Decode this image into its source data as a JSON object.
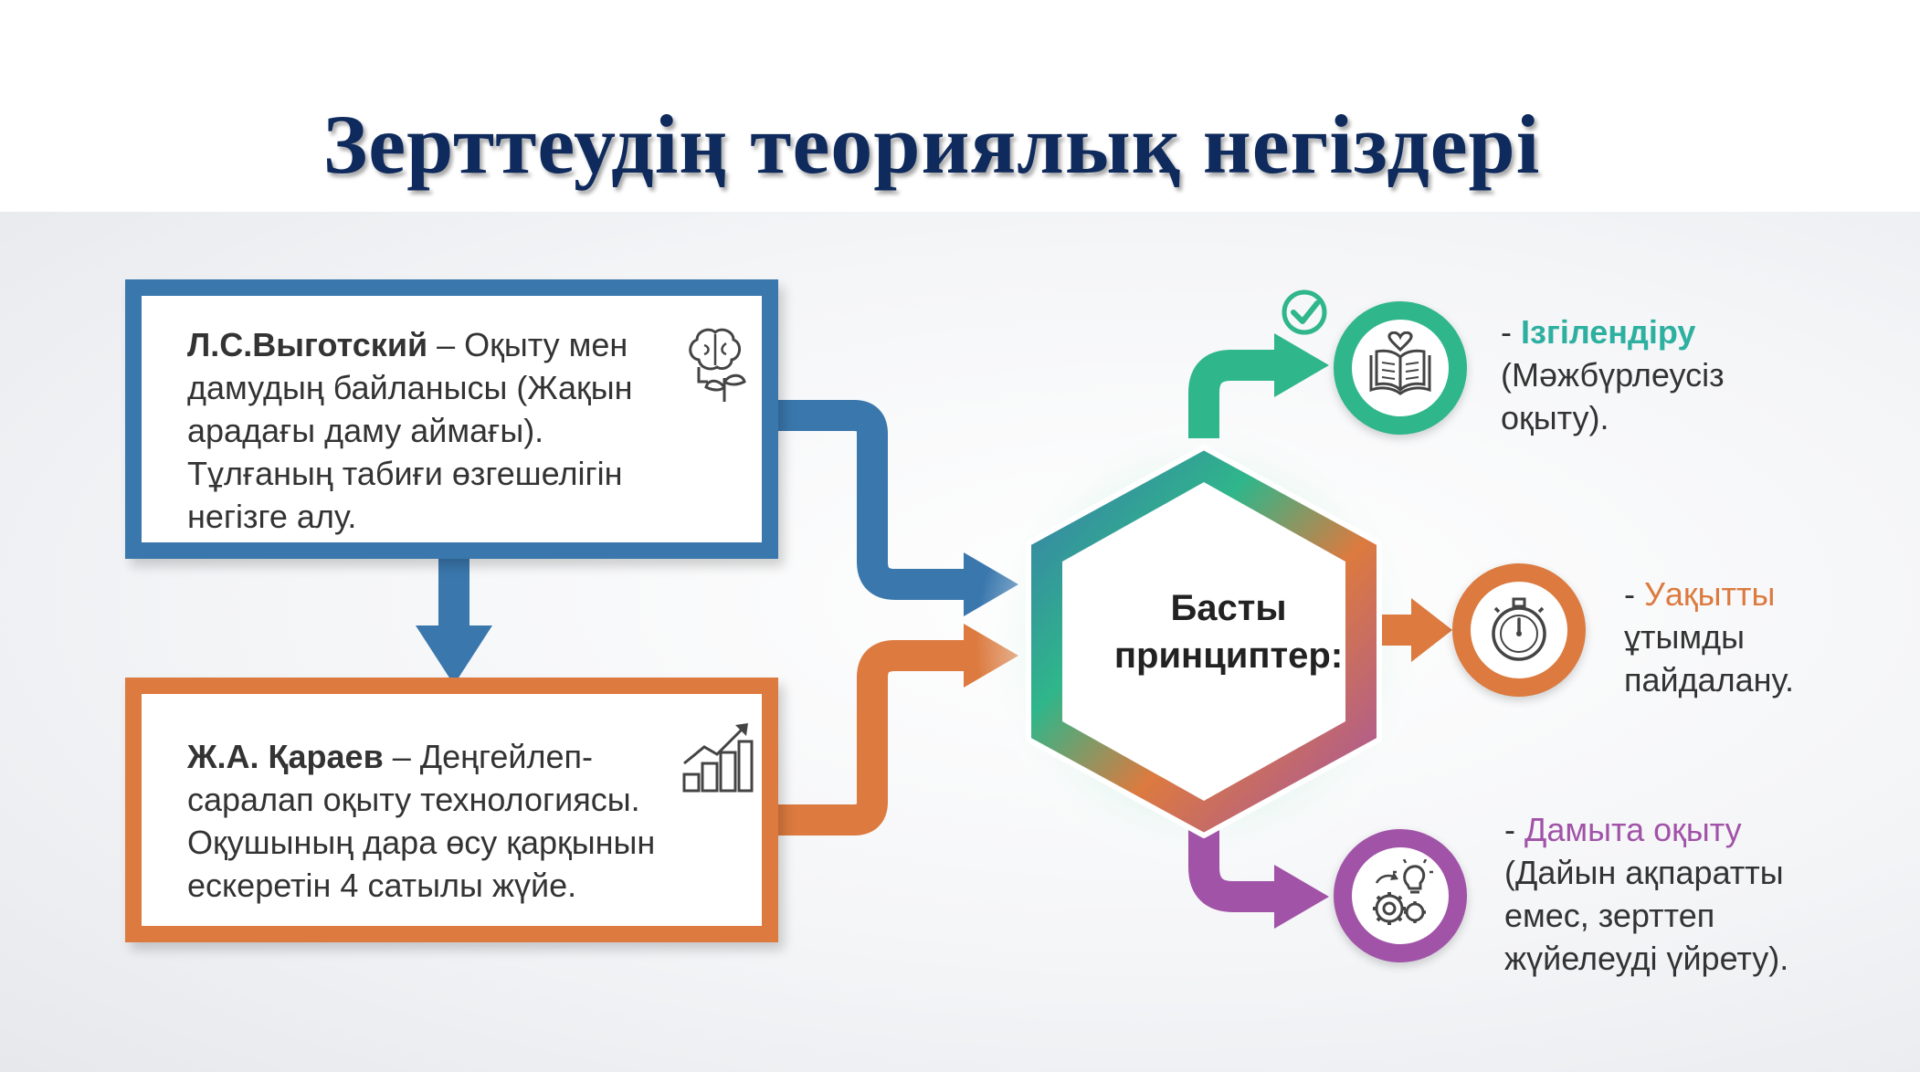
{
  "title": "Зерттеудің теориялық негіздері",
  "boxes": [
    {
      "author": "Л.С.Выготский",
      "text": " – Оқыту мен дамудың байланысы (Жақын арадағы даму аймағы). Тұлғаның табиғи өзгешелігін негізге алу.",
      "icon": "brain-plant-icon",
      "color": "#3a77ad"
    },
    {
      "author": "Ж.А. Қараев",
      "text": " – Деңгейлеп-саралап оқыту технологиясы. Оқушының дара өсу қарқынын ескеретін 4 сатылы жүйе.",
      "icon": "growth-chart-icon",
      "color": "#dc7a3f"
    }
  ],
  "center": {
    "line1": "Басты",
    "line2": "принциптер:"
  },
  "principles": [
    {
      "dash": "- ",
      "name": "Ізгілендіру",
      "desc_lines": [
        "(Мәжбүрлеусіз",
        "оқыту)."
      ],
      "icon": "book-heart-icon",
      "color": "#2fb68a",
      "check_icon": "check-circle-icon"
    },
    {
      "dash": "- ",
      "name": "Уақытты",
      "desc_lines": [
        "ұтымды",
        "пайдалану."
      ],
      "icon": "stopwatch-icon",
      "color": "#dc7a3f"
    },
    {
      "dash": "- ",
      "name": "Дамыта оқыту",
      "desc_lines": [
        "(Дайын ақпаратты",
        "емес, зерттеп",
        "жүйелеуді үйрету)."
      ],
      "icon": "gears-lightbulb-icon",
      "color": "#a153a8"
    }
  ]
}
